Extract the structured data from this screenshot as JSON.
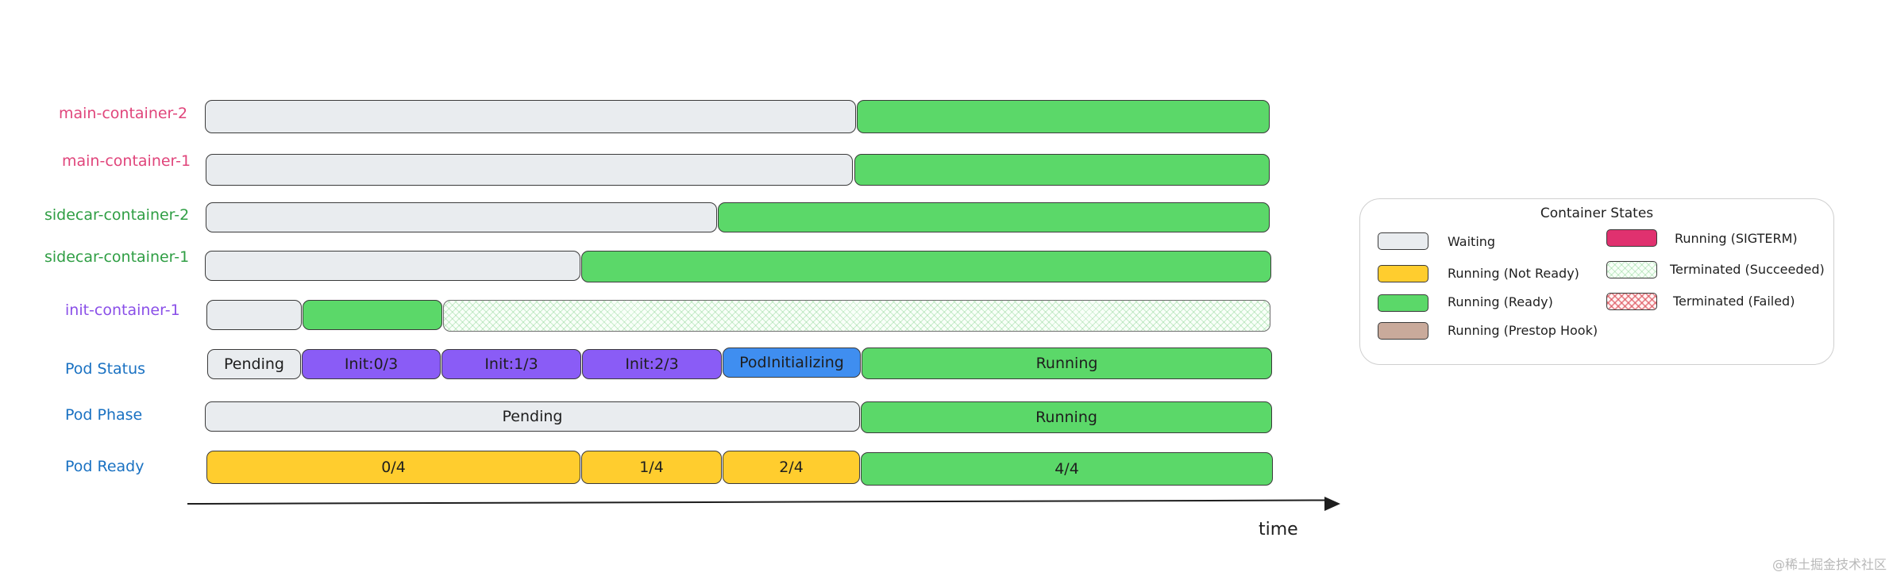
{
  "rows": [
    {
      "label": "main-container-2",
      "label_color": "#e0457b",
      "segments": [
        {
          "state": "waiting",
          "text": ""
        },
        {
          "state": "ready",
          "text": ""
        }
      ]
    },
    {
      "label": "main-container-1",
      "label_color": "#e0457b",
      "segments": [
        {
          "state": "waiting",
          "text": ""
        },
        {
          "state": "ready",
          "text": ""
        }
      ]
    },
    {
      "label": "sidecar-container-2",
      "label_color": "#2f9e44",
      "segments": [
        {
          "state": "waiting",
          "text": ""
        },
        {
          "state": "ready",
          "text": ""
        }
      ]
    },
    {
      "label": "sidecar-container-1",
      "label_color": "#2f9e44",
      "segments": [
        {
          "state": "waiting",
          "text": ""
        },
        {
          "state": "ready",
          "text": ""
        }
      ]
    },
    {
      "label": "init-container-1",
      "label_color": "#8a4fe8",
      "segments": [
        {
          "state": "waiting",
          "text": ""
        },
        {
          "state": "ready",
          "text": ""
        },
        {
          "state": "succeeded",
          "text": ""
        }
      ]
    },
    {
      "label": "Pod Status",
      "label_color": "#1971c2",
      "segments": [
        {
          "state": "waiting",
          "text": "Pending"
        },
        {
          "state": "init",
          "text": "Init:0/3"
        },
        {
          "state": "init",
          "text": "Init:1/3"
        },
        {
          "state": "init",
          "text": "Init:2/3"
        },
        {
          "state": "podinit",
          "text": "PodInitializing"
        },
        {
          "state": "ready",
          "text": "Running"
        }
      ]
    },
    {
      "label": "Pod Phase",
      "label_color": "#1971c2",
      "segments": [
        {
          "state": "waiting",
          "text": "Pending"
        },
        {
          "state": "ready",
          "text": "Running"
        }
      ]
    },
    {
      "label": "Pod Ready",
      "label_color": "#1971c2",
      "segments": [
        {
          "state": "notready",
          "text": "0/4"
        },
        {
          "state": "notready",
          "text": "1/4"
        },
        {
          "state": "notready",
          "text": "2/4"
        },
        {
          "state": "ready",
          "text": "4/4"
        }
      ]
    }
  ],
  "axis": {
    "label": "time"
  },
  "legend": {
    "title": "Container States",
    "items": [
      {
        "state": "waiting",
        "label": "Waiting"
      },
      {
        "state": "notready",
        "label": "Running (Not Ready)"
      },
      {
        "state": "ready",
        "label": "Running (Ready)"
      },
      {
        "state": "prestop",
        "label": "Running (Prestop Hook)"
      },
      {
        "state": "sigterm",
        "label": "Running (SIGTERM)"
      },
      {
        "state": "succeeded",
        "label": "Terminated (Succeeded)"
      },
      {
        "state": "failed",
        "label": "Terminated (Failed)"
      }
    ]
  },
  "state_colors": {
    "waiting": "#e9ecef",
    "notready": "#ffcd2e",
    "ready": "#5bd869",
    "init": "#8a5cf6",
    "podinit": "#3f8ef0",
    "sigterm": "#e0316f",
    "prestop": "#c9aa9b"
  },
  "watermark": "@稀土掘金技术社区"
}
